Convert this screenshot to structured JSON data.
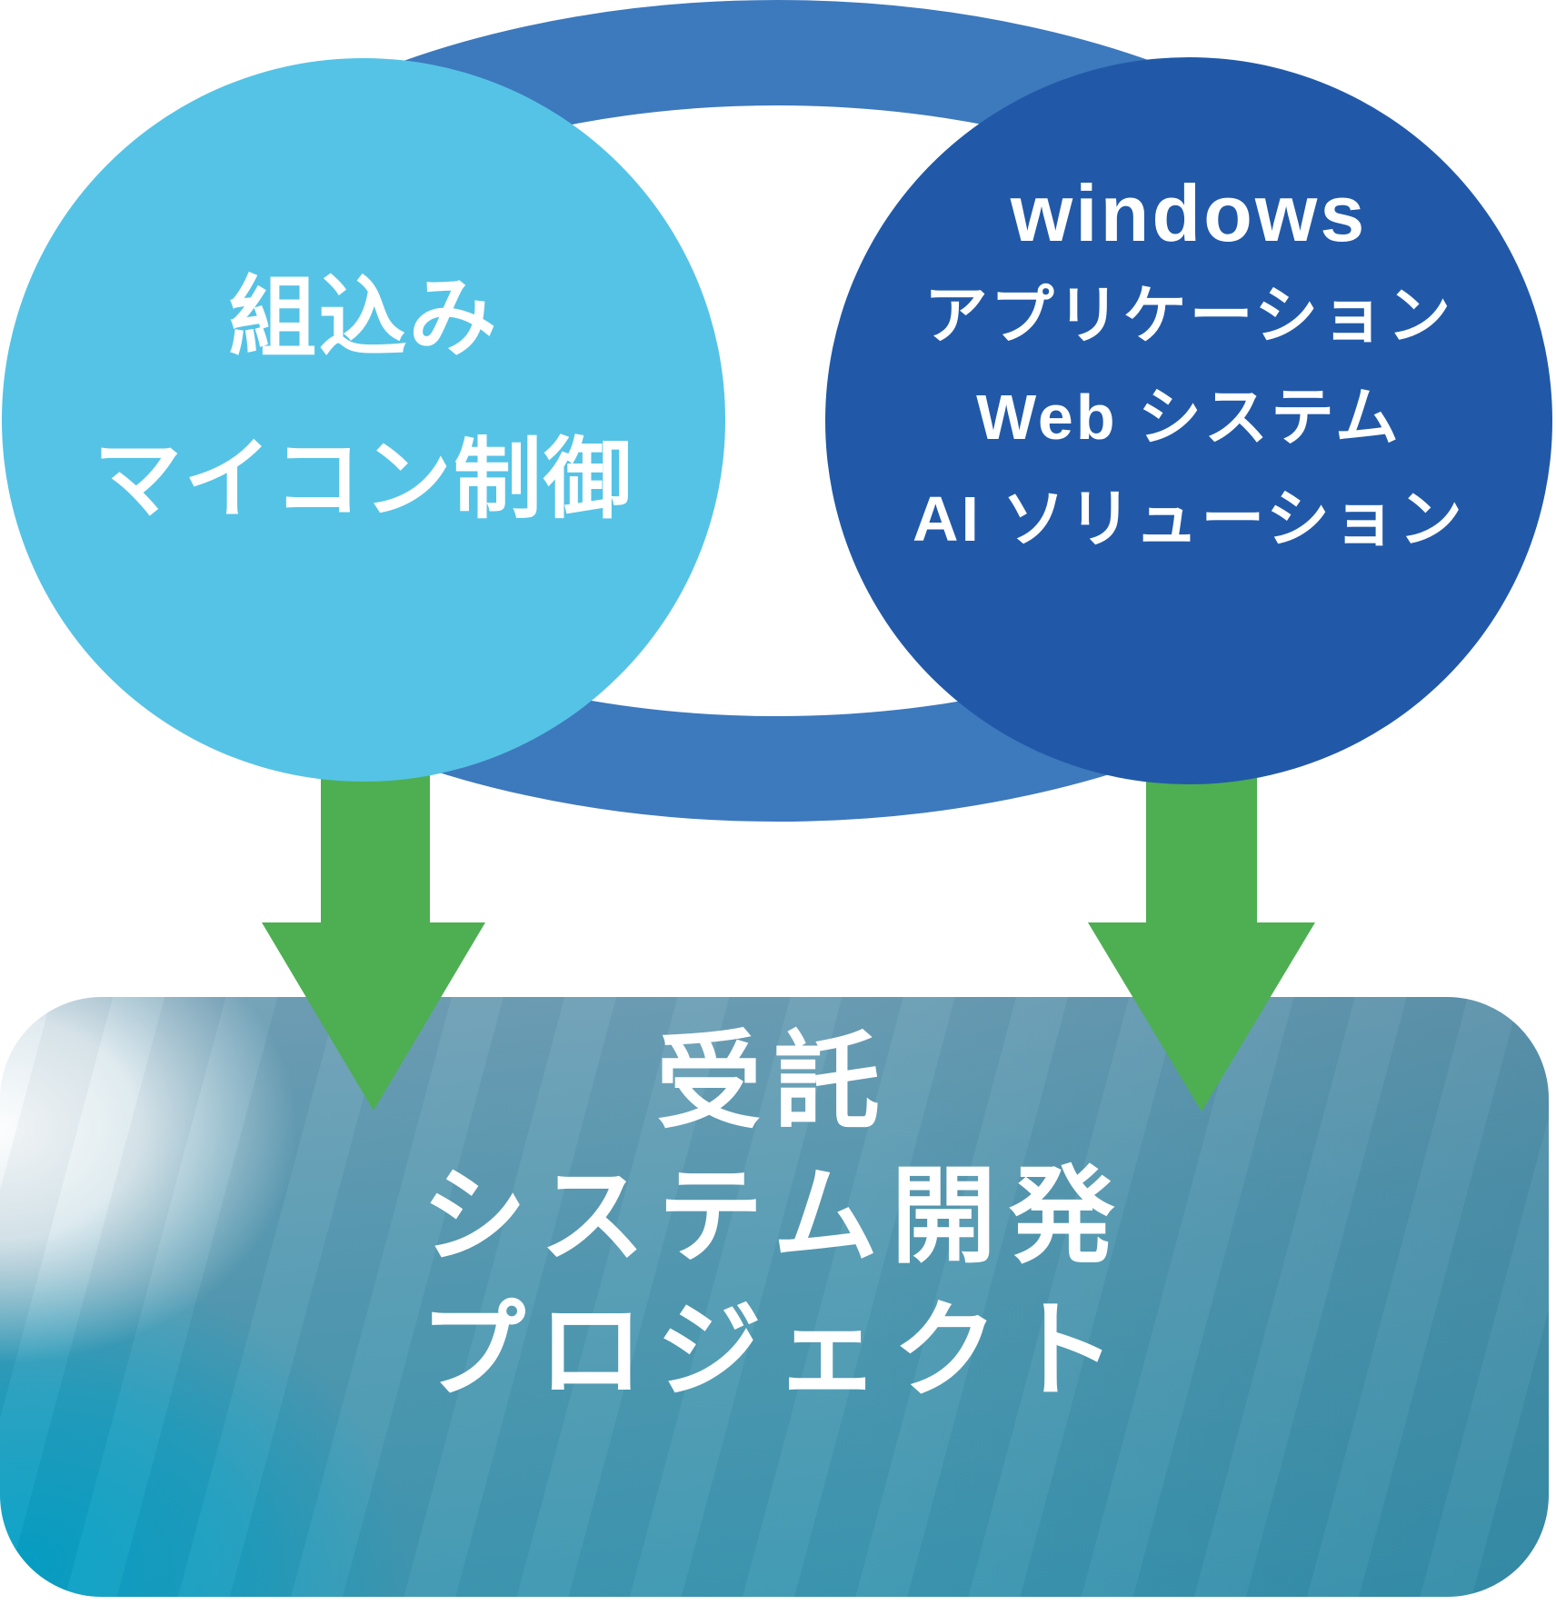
{
  "colors": {
    "light_circle": "#55c3e6",
    "dark_circle": "#2159a8",
    "ring": "#3d79bd",
    "arrow": "#4daf52",
    "box_base_top": "#74a1b7",
    "box_base_mid": "#549bb3",
    "box_base_bottom": "#3897b1",
    "box_glow_white": "#ffffff",
    "box_glow_cyan": "#03a2c8",
    "text": "#ffffff"
  },
  "left_circle": {
    "lines": [
      "組込み",
      "マイコン制御"
    ]
  },
  "right_circle": {
    "lines": [
      "windows",
      "アプリケーション",
      "Web システム",
      "AI ソリューション"
    ]
  },
  "bottom_box": {
    "lines": [
      "受託",
      "システム開発",
      "プロジェクト"
    ]
  }
}
